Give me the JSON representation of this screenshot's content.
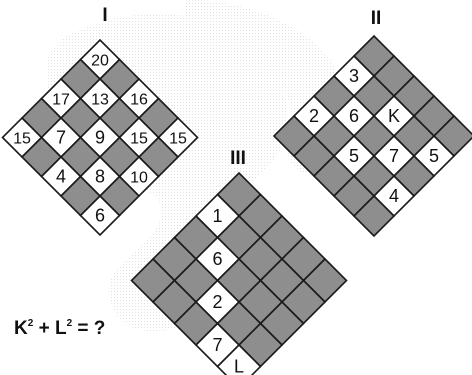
{
  "colors": {
    "shaded": "#8e8e8e",
    "white": "#ffffff",
    "line": "#1a1a1a",
    "watermark": "#d4d4d4"
  },
  "diagrams": [
    {
      "label": "I",
      "cells": [
        {
          "r": 0,
          "c": 0,
          "t": "20"
        },
        {
          "r": 0,
          "c": 1,
          "t": ""
        },
        {
          "r": 0,
          "c": 2,
          "t": "16"
        },
        {
          "r": 0,
          "c": 3,
          "t": ""
        },
        {
          "r": 0,
          "c": 4,
          "t": "15"
        },
        {
          "r": 1,
          "c": 0,
          "t": ""
        },
        {
          "r": 1,
          "c": 1,
          "t": "13"
        },
        {
          "r": 1,
          "c": 2,
          "t": ""
        },
        {
          "r": 1,
          "c": 3,
          "t": "15"
        },
        {
          "r": 1,
          "c": 4,
          "t": ""
        },
        {
          "r": 2,
          "c": 0,
          "t": "17"
        },
        {
          "r": 2,
          "c": 1,
          "t": ""
        },
        {
          "r": 2,
          "c": 2,
          "t": "9"
        },
        {
          "r": 2,
          "c": 3,
          "t": ""
        },
        {
          "r": 2,
          "c": 4,
          "t": "10"
        },
        {
          "r": 3,
          "c": 0,
          "t": ""
        },
        {
          "r": 3,
          "c": 1,
          "t": "7"
        },
        {
          "r": 3,
          "c": 2,
          "t": ""
        },
        {
          "r": 3,
          "c": 3,
          "t": "8"
        },
        {
          "r": 3,
          "c": 4,
          "t": ""
        },
        {
          "r": 4,
          "c": 0,
          "t": "15"
        },
        {
          "r": 4,
          "c": 1,
          "t": ""
        },
        {
          "r": 4,
          "c": 2,
          "t": "4"
        },
        {
          "r": 4,
          "c": 3,
          "t": ""
        },
        {
          "r": 4,
          "c": 4,
          "t": "6"
        }
      ]
    },
    {
      "label": "II",
      "cells": [
        {
          "r": 0,
          "c": 0,
          "t": ""
        },
        {
          "r": 0,
          "c": 1,
          "t": ""
        },
        {
          "r": 0,
          "c": 2,
          "t": ""
        },
        {
          "r": 0,
          "c": 3,
          "t": ""
        },
        {
          "r": 0,
          "c": 4,
          "t": ""
        },
        {
          "r": 1,
          "c": 0,
          "t": "3"
        },
        {
          "r": 1,
          "c": 1,
          "t": ""
        },
        {
          "r": 1,
          "c": 2,
          "t": "K"
        },
        {
          "r": 1,
          "c": 3,
          "t": ""
        },
        {
          "r": 1,
          "c": 4,
          "t": "5"
        },
        {
          "r": 2,
          "c": 0,
          "t": ""
        },
        {
          "r": 2,
          "c": 1,
          "t": "6"
        },
        {
          "r": 2,
          "c": 2,
          "t": ""
        },
        {
          "r": 2,
          "c": 3,
          "t": "7"
        },
        {
          "r": 2,
          "c": 4,
          "t": ""
        },
        {
          "r": 3,
          "c": 0,
          "t": "2"
        },
        {
          "r": 3,
          "c": 1,
          "t": ""
        },
        {
          "r": 3,
          "c": 2,
          "t": "5"
        },
        {
          "r": 3,
          "c": 3,
          "t": ""
        },
        {
          "r": 3,
          "c": 4,
          "t": "4"
        },
        {
          "r": 4,
          "c": 0,
          "t": ""
        },
        {
          "r": 4,
          "c": 1,
          "t": ""
        },
        {
          "r": 4,
          "c": 2,
          "t": ""
        },
        {
          "r": 4,
          "c": 3,
          "t": ""
        },
        {
          "r": 4,
          "c": 4,
          "t": ""
        }
      ]
    },
    {
      "label": "III",
      "cells": [
        {
          "r": 0,
          "c": 0,
          "t": ""
        },
        {
          "r": 0,
          "c": 1,
          "t": ""
        },
        {
          "r": 0,
          "c": 2,
          "t": ""
        },
        {
          "r": 0,
          "c": 3,
          "t": ""
        },
        {
          "r": 0,
          "c": 4,
          "t": ""
        },
        {
          "r": 1,
          "c": 0,
          "t": "1"
        },
        {
          "r": 1,
          "c": 1,
          "t": ""
        },
        {
          "r": 1,
          "c": 2,
          "t": ""
        },
        {
          "r": 1,
          "c": 3,
          "t": ""
        },
        {
          "r": 1,
          "c": 4,
          "t": ""
        },
        {
          "r": 2,
          "c": 0,
          "t": ""
        },
        {
          "r": 2,
          "c": 1,
          "t": "6"
        },
        {
          "r": 2,
          "c": 2,
          "t": ""
        },
        {
          "r": 2,
          "c": 3,
          "t": ""
        },
        {
          "r": 2,
          "c": 4,
          "t": ""
        },
        {
          "r": 3,
          "c": 0,
          "t": ""
        },
        {
          "r": 3,
          "c": 1,
          "t": ""
        },
        {
          "r": 3,
          "c": 2,
          "t": "2"
        },
        {
          "r": 3,
          "c": 3,
          "t": ""
        },
        {
          "r": 3,
          "c": 4,
          "t": ""
        },
        {
          "r": 4,
          "c": 0,
          "t": ""
        },
        {
          "r": 4,
          "c": 1,
          "t": ""
        },
        {
          "r": 4,
          "c": 2,
          "t": ""
        },
        {
          "r": 4,
          "c": 3,
          "t": "7"
        },
        {
          "r": 4,
          "c": 4,
          "t": "L"
        }
      ]
    }
  ],
  "question": {
    "a": "K",
    "plus": " + ",
    "b": "L",
    "exp": "2",
    "tail": " = ?"
  }
}
